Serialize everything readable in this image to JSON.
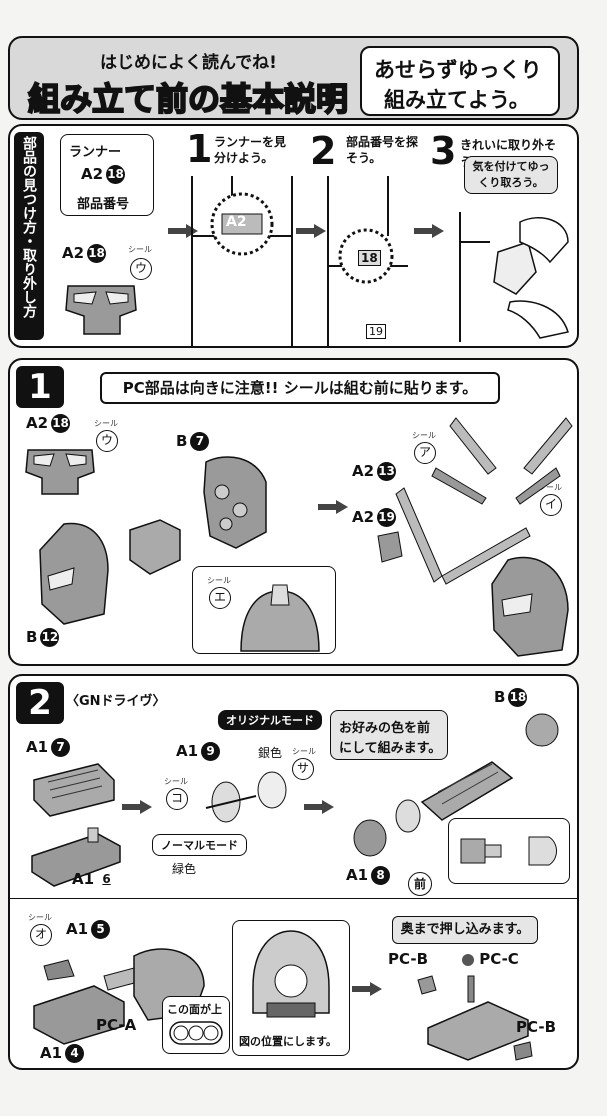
{
  "header": {
    "ruby_title": "はじめによく読んでね!",
    "main_title": "組み立て前の基本説明",
    "tagline_line1": "あせらずゆっくり",
    "tagline_line2": "組み立てよう。"
  },
  "intro": {
    "side_title": "部品の見つけ方・取り外し方",
    "runner_label": "ランナー",
    "runner_code": "A2",
    "runner_num": "18",
    "part_number_label": "部品番号",
    "part_code": "A2",
    "part_num": "18",
    "seal_label": "シール",
    "seal_char": "ウ",
    "step1_num": "1",
    "step1_text": "ランナーを見分けよう。",
    "step1_callout": "A2",
    "step2_num": "2",
    "step2_text": "部品番号を探そう。",
    "step2_callout": "18",
    "step2_small": "19",
    "step3_num": "3",
    "step3_text": "きれいに取り外そう。",
    "step3_bubble": "気を付けてゆっくり取ろう。"
  },
  "step1": {
    "num": "1",
    "banner": "PC部品は向きに注意!! シールは組む前に貼ります。",
    "part_a2_18": {
      "code": "A2",
      "num": "18",
      "seal_label": "シール",
      "seal_char": "ウ"
    },
    "part_b7": {
      "code": "B",
      "num": "7"
    },
    "part_b12": {
      "code": "B",
      "num": "12"
    },
    "seal_e": {
      "label": "シール",
      "char": "エ"
    },
    "seal_a": {
      "label": "シール",
      "char": "ア"
    },
    "seal_i": {
      "label": "シール",
      "char": "イ"
    },
    "part_a2_13": {
      "code": "A2",
      "num": "13"
    },
    "part_a2_19": {
      "code": "A2",
      "num": "19"
    }
  },
  "step2": {
    "num": "2",
    "subtitle": "〈GNドライヴ〉",
    "part_a1_7": {
      "code": "A1",
      "num": "7"
    },
    "part_a1_6": {
      "code": "A1",
      "num": "6"
    },
    "part_a1_9": {
      "code": "A1",
      "num": "9"
    },
    "original_mode": "オリジナルモード",
    "silver_label": "銀色",
    "seal_sa": {
      "label": "シール",
      "char": "サ"
    },
    "seal_ko": {
      "label": "シール",
      "char": "コ"
    },
    "normal_mode": "ノーマルモード",
    "green_label": "緑色",
    "note_line1": "お好みの色を前",
    "note_line2": "にして組みます。",
    "part_b18": {
      "code": "B",
      "num": "18"
    },
    "part_a1_8": {
      "code": "A1",
      "num": "8"
    },
    "front_label": "前",
    "seal_o": {
      "label": "シール",
      "char": "オ"
    },
    "part_a1_5": {
      "code": "A1",
      "num": "5"
    },
    "pc_a": "PC-A",
    "this_side_up": "この面が上",
    "part_a1_4": {
      "code": "A1",
      "num": "4"
    },
    "position_note": "図の位置にします。",
    "push_note": "奥まで押し込みます。",
    "pc_b": "PC-B",
    "pc_c": "PC-C",
    "pc_b2": "PC-B"
  }
}
